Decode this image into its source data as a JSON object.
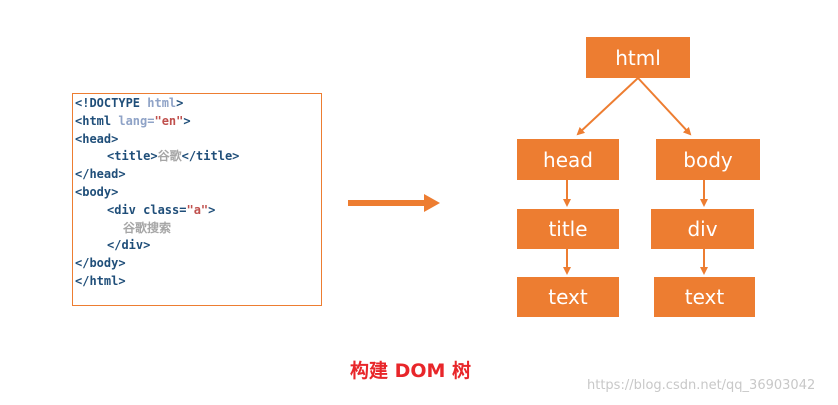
{
  "code": {
    "line1": {
      "p1": "<!DOCTYPE ",
      "p2": "html",
      "p3": ">"
    },
    "line2": {
      "p1": "<html ",
      "p2": "lang=",
      "p3": "\"en\"",
      "p4": ">"
    },
    "line3": "<head>",
    "line4": {
      "p1": "<title>",
      "p2": "谷歌",
      "p3": "</title>"
    },
    "line5": "</head>",
    "line6": "<body>",
    "line7": {
      "p1": "<div class=",
      "p2": "\"a\"",
      "p3": ">"
    },
    "line8": "谷歌搜索",
    "line9": "</div>",
    "line10": "</body>",
    "line11": "</html>"
  },
  "tree": {
    "root": "html",
    "head": "head",
    "body": "body",
    "title": "title",
    "div": "div",
    "text_left": "text",
    "text_right": "text"
  },
  "caption": "构建 DOM 树",
  "watermark": "https://blog.csdn.net/qq_36903042",
  "colors": {
    "node": "#ed7d31",
    "caption": "#e8262a"
  }
}
